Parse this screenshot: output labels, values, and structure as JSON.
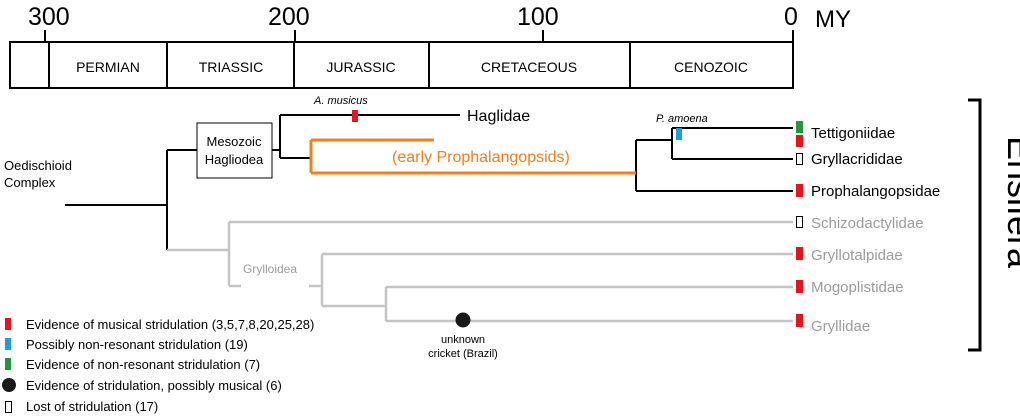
{
  "timescale": {
    "ticks": [
      "300",
      "200",
      "100",
      "0"
    ],
    "unit": "MY",
    "periods": [
      "PERMIAN",
      "TRIASSIC",
      "JURASSIC",
      "CRETACEOUS",
      "CENOZOIC"
    ]
  },
  "tree": {
    "root_label_line1": "Oedischioid",
    "root_label_line2": "Complex",
    "box_line1": "Mesozoic",
    "box_line2": "Hagliodea",
    "fossil_a": "A. musicus",
    "fossil_p": "P. amoena",
    "early_group": "(early Prophalangopsids)",
    "grylloidea": "Grylloidea",
    "unknown_line1": "unknown",
    "unknown_line2": "cricket (Brazil)",
    "taxa": [
      "Haglidae",
      "Tettigoniidae",
      "Gryllacrididae",
      "Prophalangopsidae",
      "Schizodactylidae",
      "Gryllotalpidae",
      "Mogoplistidae",
      "Gryllidae"
    ],
    "clade": "Ensifera"
  },
  "legend": [
    {
      "label": "Evidence of musical stridulation (3,5,7,8,20,25,28)",
      "color": "#e8141b",
      "icon": "red-square"
    },
    {
      "label": "Possibly non-resonant stridulation (19)",
      "color": "#1e9ee0",
      "icon": "blue-square"
    },
    {
      "label": "Evidence of non-resonant stridulation (7)",
      "color": "#1f9a3a",
      "icon": "green-square"
    },
    {
      "label": "Evidence of stridulation, possibly musical (6)",
      "color": "#1a1a1a",
      "icon": "black-circle"
    },
    {
      "label": "Lost of stridulation (17)",
      "color": "#ffffff",
      "icon": "open-square"
    }
  ],
  "colors": {
    "black": "#000000",
    "grey": "#c4c4c4",
    "grey_text": "#9b9b9b",
    "orange": "#f07f1c",
    "red": "#e8141b",
    "blue": "#1e9ee0",
    "green": "#1f9a3a"
  }
}
